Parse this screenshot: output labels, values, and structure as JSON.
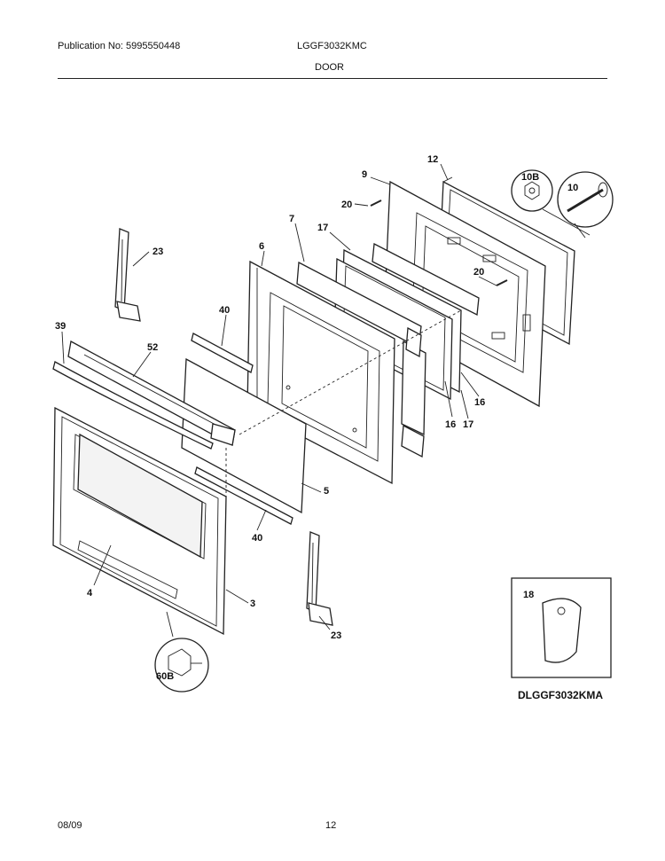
{
  "header": {
    "publication": "Publication No: 5995550448",
    "model": "LGGF3032KMC",
    "section": "DOOR"
  },
  "footer": {
    "date": "08/09",
    "page": "12"
  },
  "callouts": {
    "c12": "12",
    "c9": "9",
    "c10b": "10B",
    "c10": "10",
    "c20a": "20",
    "c20b": "20",
    "c7": "7",
    "c17a": "17",
    "c17b": "17",
    "c6": "6",
    "c23a": "23",
    "c23b": "23",
    "c40a": "40",
    "c40b": "40",
    "c39": "39",
    "c52": "52",
    "c16a": "16",
    "c16b": "16",
    "c5": "5",
    "c4": "4",
    "c3": "3",
    "c60b": "60B",
    "c18": "18"
  },
  "inset": {
    "caption": "DLGGF3032KMA"
  }
}
